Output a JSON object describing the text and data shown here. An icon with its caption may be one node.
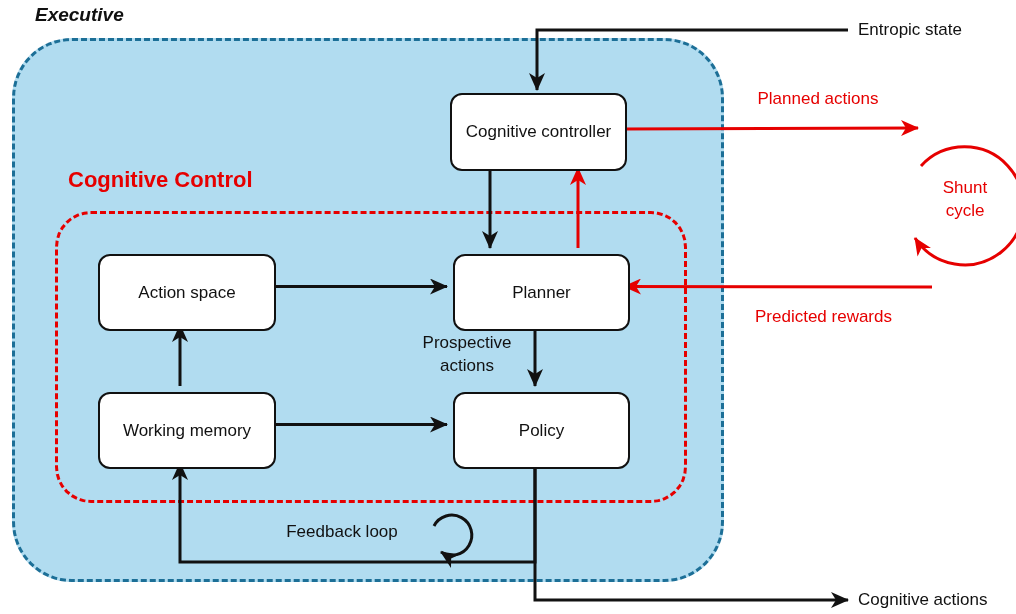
{
  "diagram": {
    "nodes": [
      {
        "text": [
          "Executive"
        ]
      },
      {
        "text": [
          "Cognitive Control"
        ],
        "in": 0
      },
      {
        "text": [
          "Cognitive controller"
        ],
        "in": 0
      },
      {
        "text": [
          "Action space"
        ],
        "in": 1
      },
      {
        "text": [
          "Planner"
        ],
        "in": 1
      },
      {
        "text": [
          "Working memory"
        ],
        "in": 1
      },
      {
        "text": [
          "Policy"
        ],
        "in": 1
      },
      {
        "text": [
          "Entropic state"
        ]
      },
      {
        "text": [
          "Cognitive actions"
        ]
      }
    ],
    "edges": [
      {
        "from": 7,
        "to": 2,
        "arrow": "to"
      },
      {
        "from": 2,
        "to": 4,
        "arrow": "to"
      },
      {
        "from": 4,
        "to": 2,
        "arrow": "to",
        "color": "#e60000"
      },
      {
        "from": 2,
        "to": null,
        "arrow": "to",
        "label": "Planned actions",
        "color": "#e60000"
      },
      {
        "from": null,
        "to": 4,
        "arrow": "to",
        "label": "Predicted rewards",
        "color": "#e60000"
      },
      {
        "from": 3,
        "to": 4,
        "arrow": "to"
      },
      {
        "from": 5,
        "to": 3,
        "arrow": "to"
      },
      {
        "from": 5,
        "to": 6,
        "arrow": "to"
      },
      {
        "from": 4,
        "to": 6,
        "arrow": "to",
        "label": "Prospective actions"
      },
      {
        "from": 6,
        "to": 5,
        "arrow": "to"
      },
      {
        "from": 6,
        "to": 8,
        "arrow": "to"
      }
    ],
    "labels": [
      "Shunt cycle",
      "Feedback loop"
    ]
  }
}
